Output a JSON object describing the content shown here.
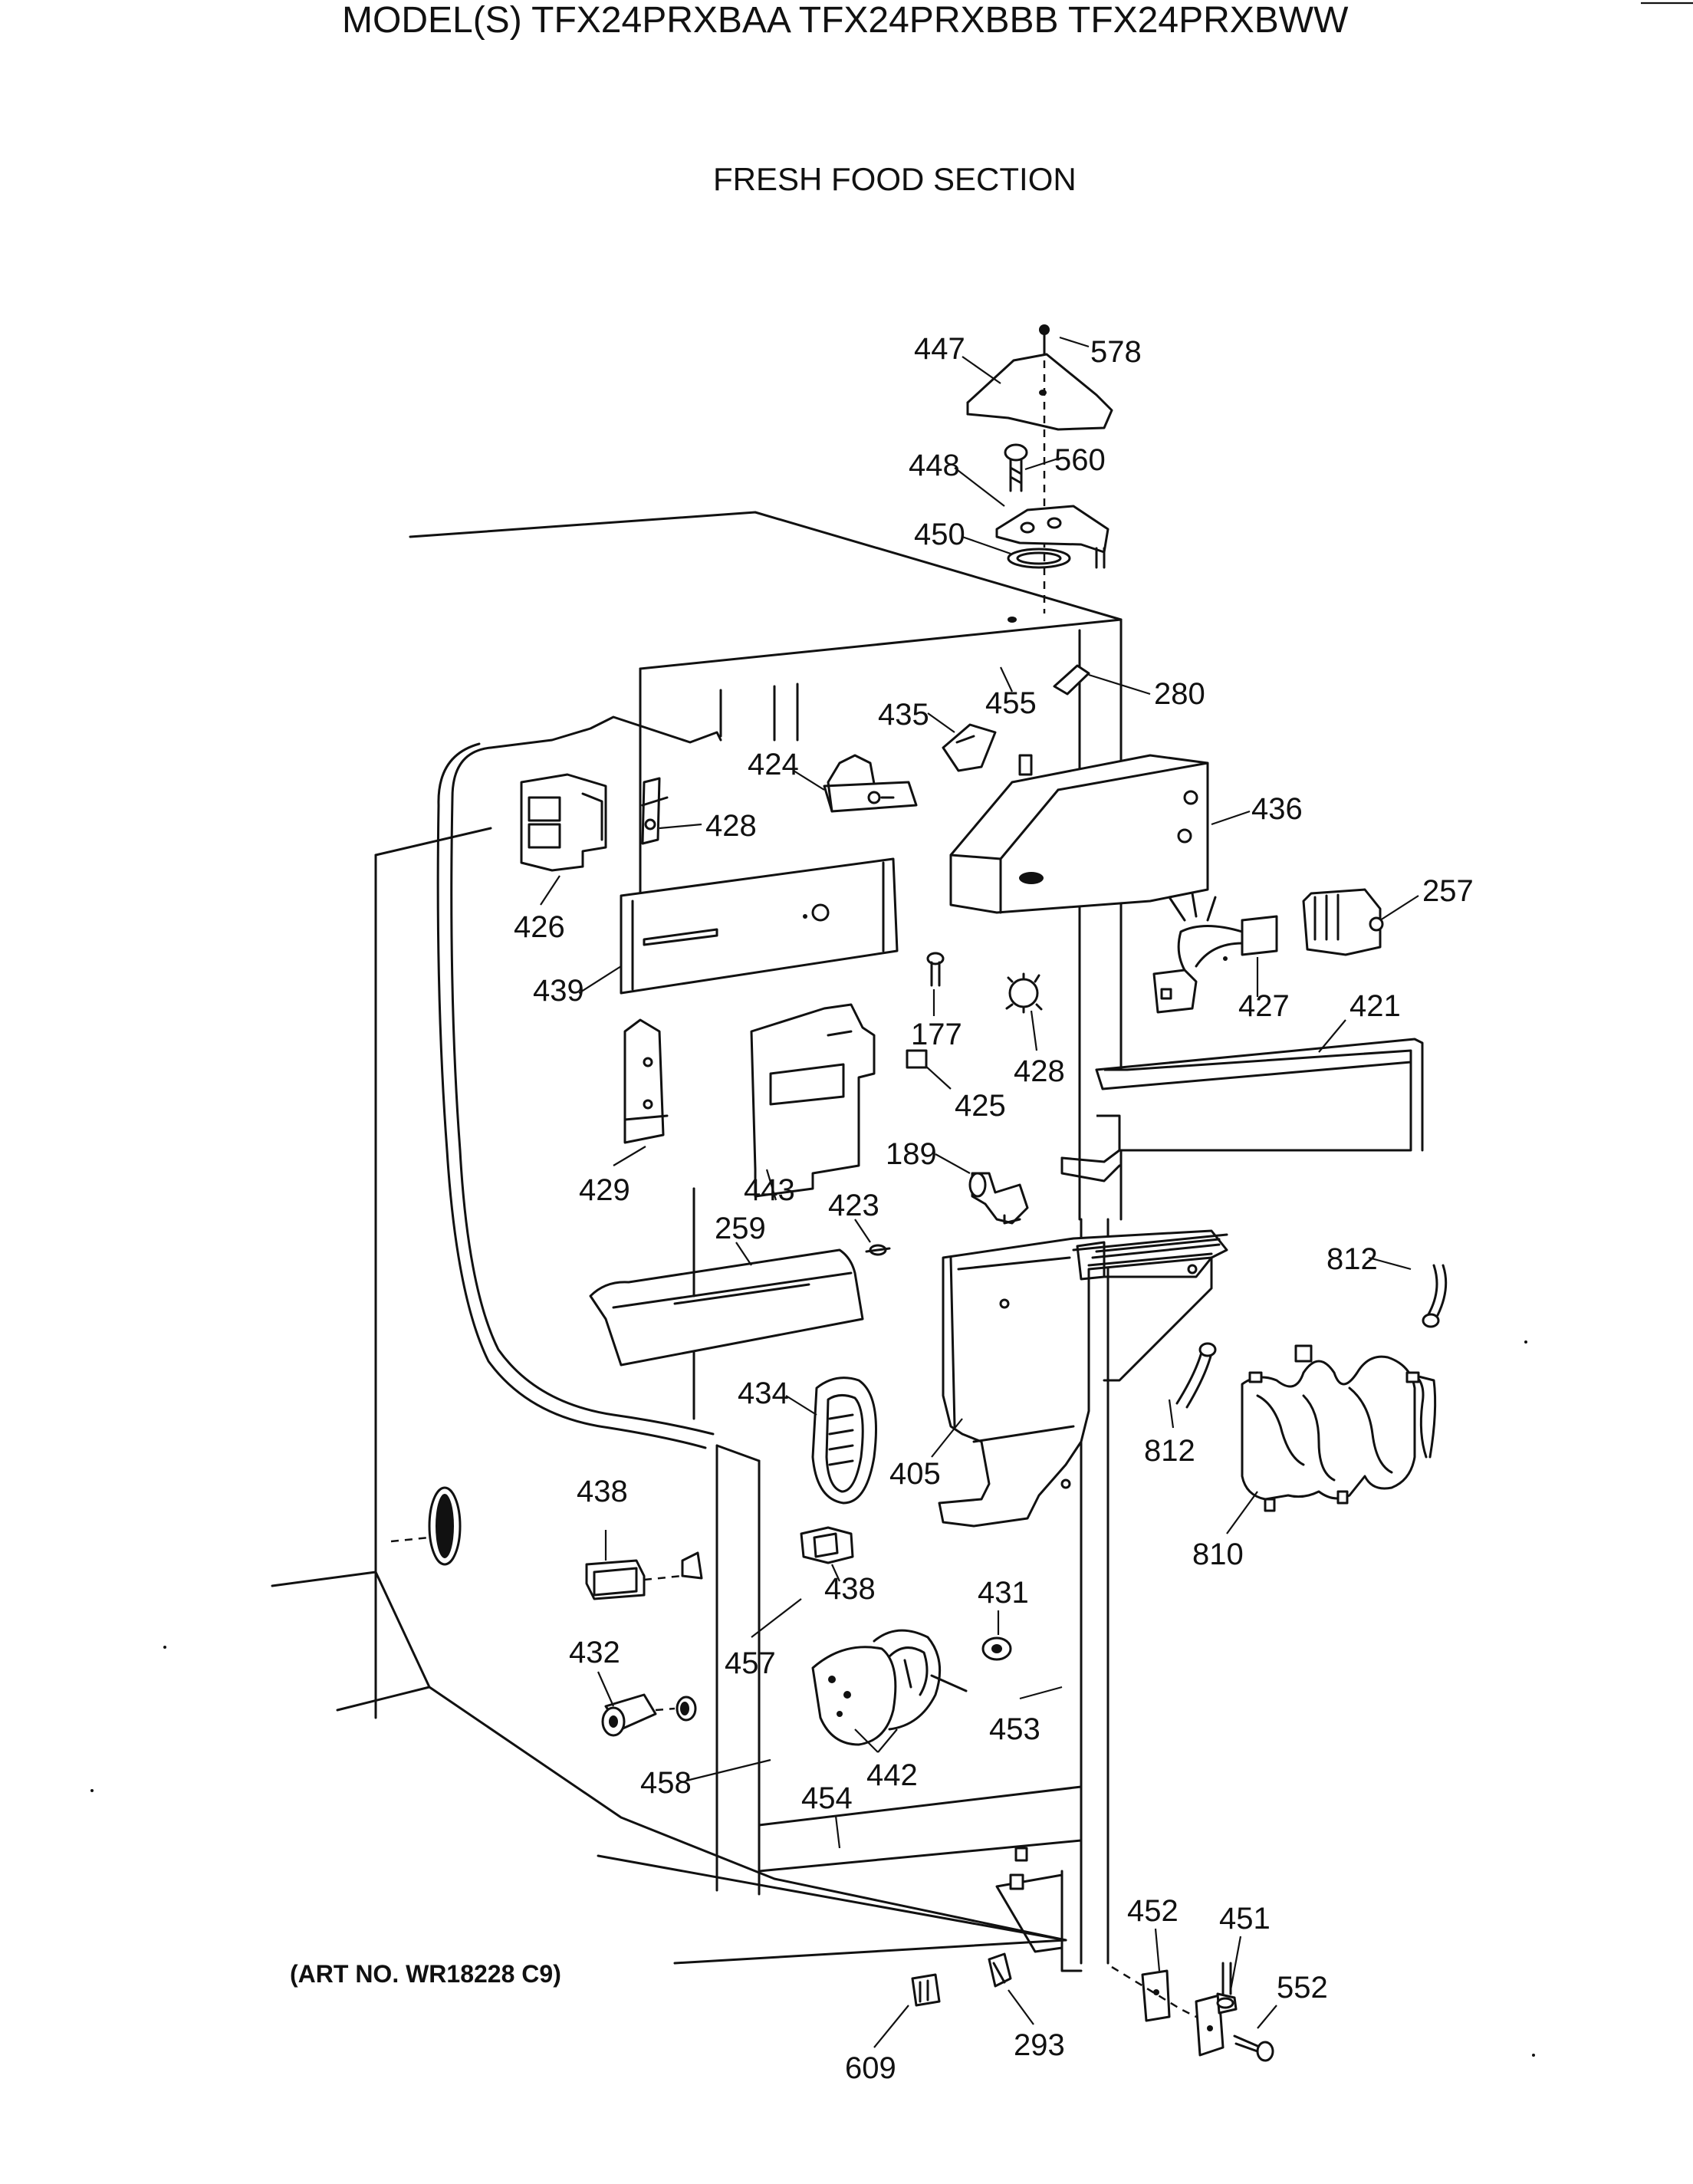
{
  "header": {
    "title": "MODEL(S) TFX24PRXBAA  TFX24PRXBBB  TFX24PRXBWW",
    "section": "FRESH FOOD SECTION"
  },
  "footer": {
    "art_no": "(ART NO. WR18228 C9)"
  },
  "callouts": [
    {
      "id": "c447",
      "text": "447"
    },
    {
      "id": "c578",
      "text": "578"
    },
    {
      "id": "c448",
      "text": "448"
    },
    {
      "id": "c560",
      "text": "560"
    },
    {
      "id": "c450",
      "text": "450"
    },
    {
      "id": "c455",
      "text": "455"
    },
    {
      "id": "c280",
      "text": "280"
    },
    {
      "id": "c435",
      "text": "435"
    },
    {
      "id": "c424",
      "text": "424"
    },
    {
      "id": "c428a",
      "text": "428"
    },
    {
      "id": "c436",
      "text": "436"
    },
    {
      "id": "c426",
      "text": "426"
    },
    {
      "id": "c257",
      "text": "257"
    },
    {
      "id": "c439",
      "text": "439"
    },
    {
      "id": "c427",
      "text": "427"
    },
    {
      "id": "c177",
      "text": "177"
    },
    {
      "id": "c428b",
      "text": "428"
    },
    {
      "id": "c421",
      "text": "421"
    },
    {
      "id": "c425",
      "text": "425"
    },
    {
      "id": "c429",
      "text": "429"
    },
    {
      "id": "c443",
      "text": "443"
    },
    {
      "id": "c189",
      "text": "189"
    },
    {
      "id": "c423",
      "text": "423"
    },
    {
      "id": "c259",
      "text": "259"
    },
    {
      "id": "c812a",
      "text": "812"
    },
    {
      "id": "c434",
      "text": "434"
    },
    {
      "id": "c405",
      "text": "405"
    },
    {
      "id": "c812b",
      "text": "812"
    },
    {
      "id": "c438a",
      "text": "438"
    },
    {
      "id": "c810",
      "text": "810"
    },
    {
      "id": "c438b",
      "text": "438"
    },
    {
      "id": "c431",
      "text": "431"
    },
    {
      "id": "c432",
      "text": "432"
    },
    {
      "id": "c457",
      "text": "457"
    },
    {
      "id": "c453",
      "text": "453"
    },
    {
      "id": "c442",
      "text": "442"
    },
    {
      "id": "c458",
      "text": "458"
    },
    {
      "id": "c454",
      "text": "454"
    },
    {
      "id": "c452",
      "text": "452"
    },
    {
      "id": "c451",
      "text": "451"
    },
    {
      "id": "c552",
      "text": "552"
    },
    {
      "id": "c609",
      "text": "609"
    },
    {
      "id": "c293",
      "text": "293"
    }
  ]
}
